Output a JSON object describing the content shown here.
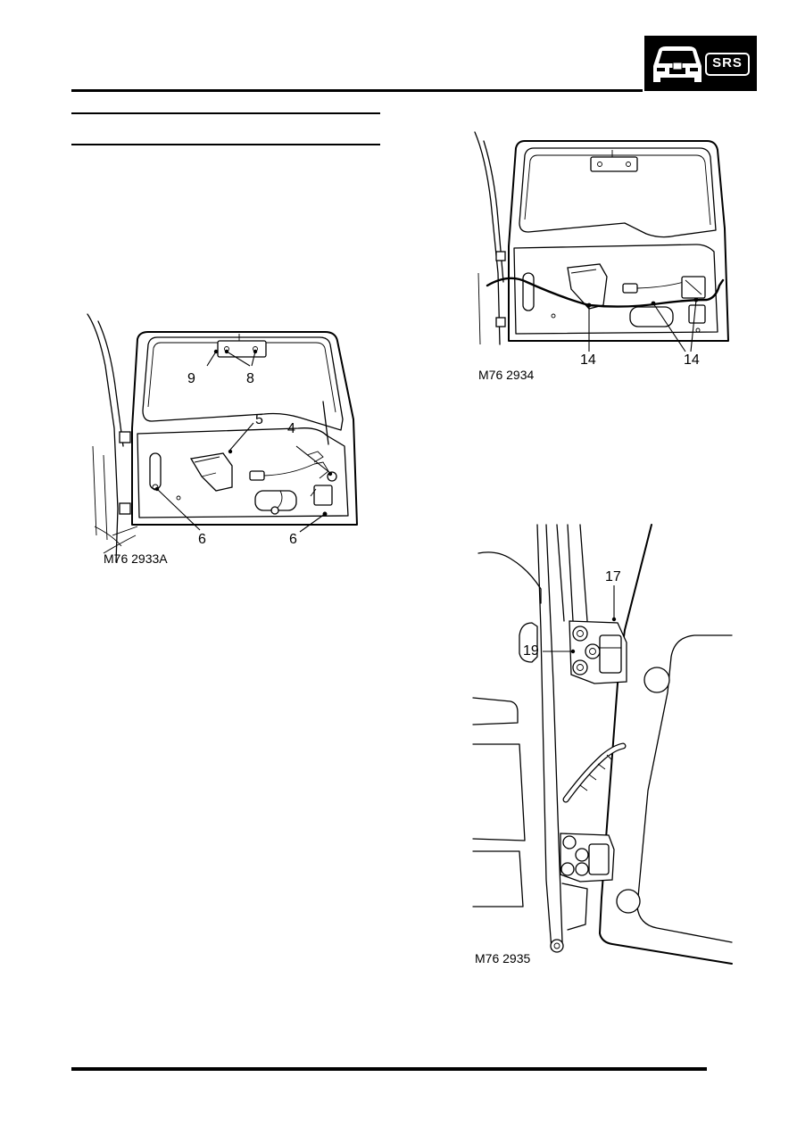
{
  "header": {
    "badge_text": "SRS",
    "badge_icon": "car-front-srs-icon"
  },
  "figures": [
    {
      "id_label": "M76 2933A",
      "callouts": [
        "9",
        "8",
        "5",
        "4",
        "6",
        "6"
      ]
    },
    {
      "id_label": "M76 2934",
      "callouts": [
        "14",
        "14"
      ]
    },
    {
      "id_label": "M76 2935",
      "callouts": [
        "17",
        "19"
      ]
    }
  ]
}
